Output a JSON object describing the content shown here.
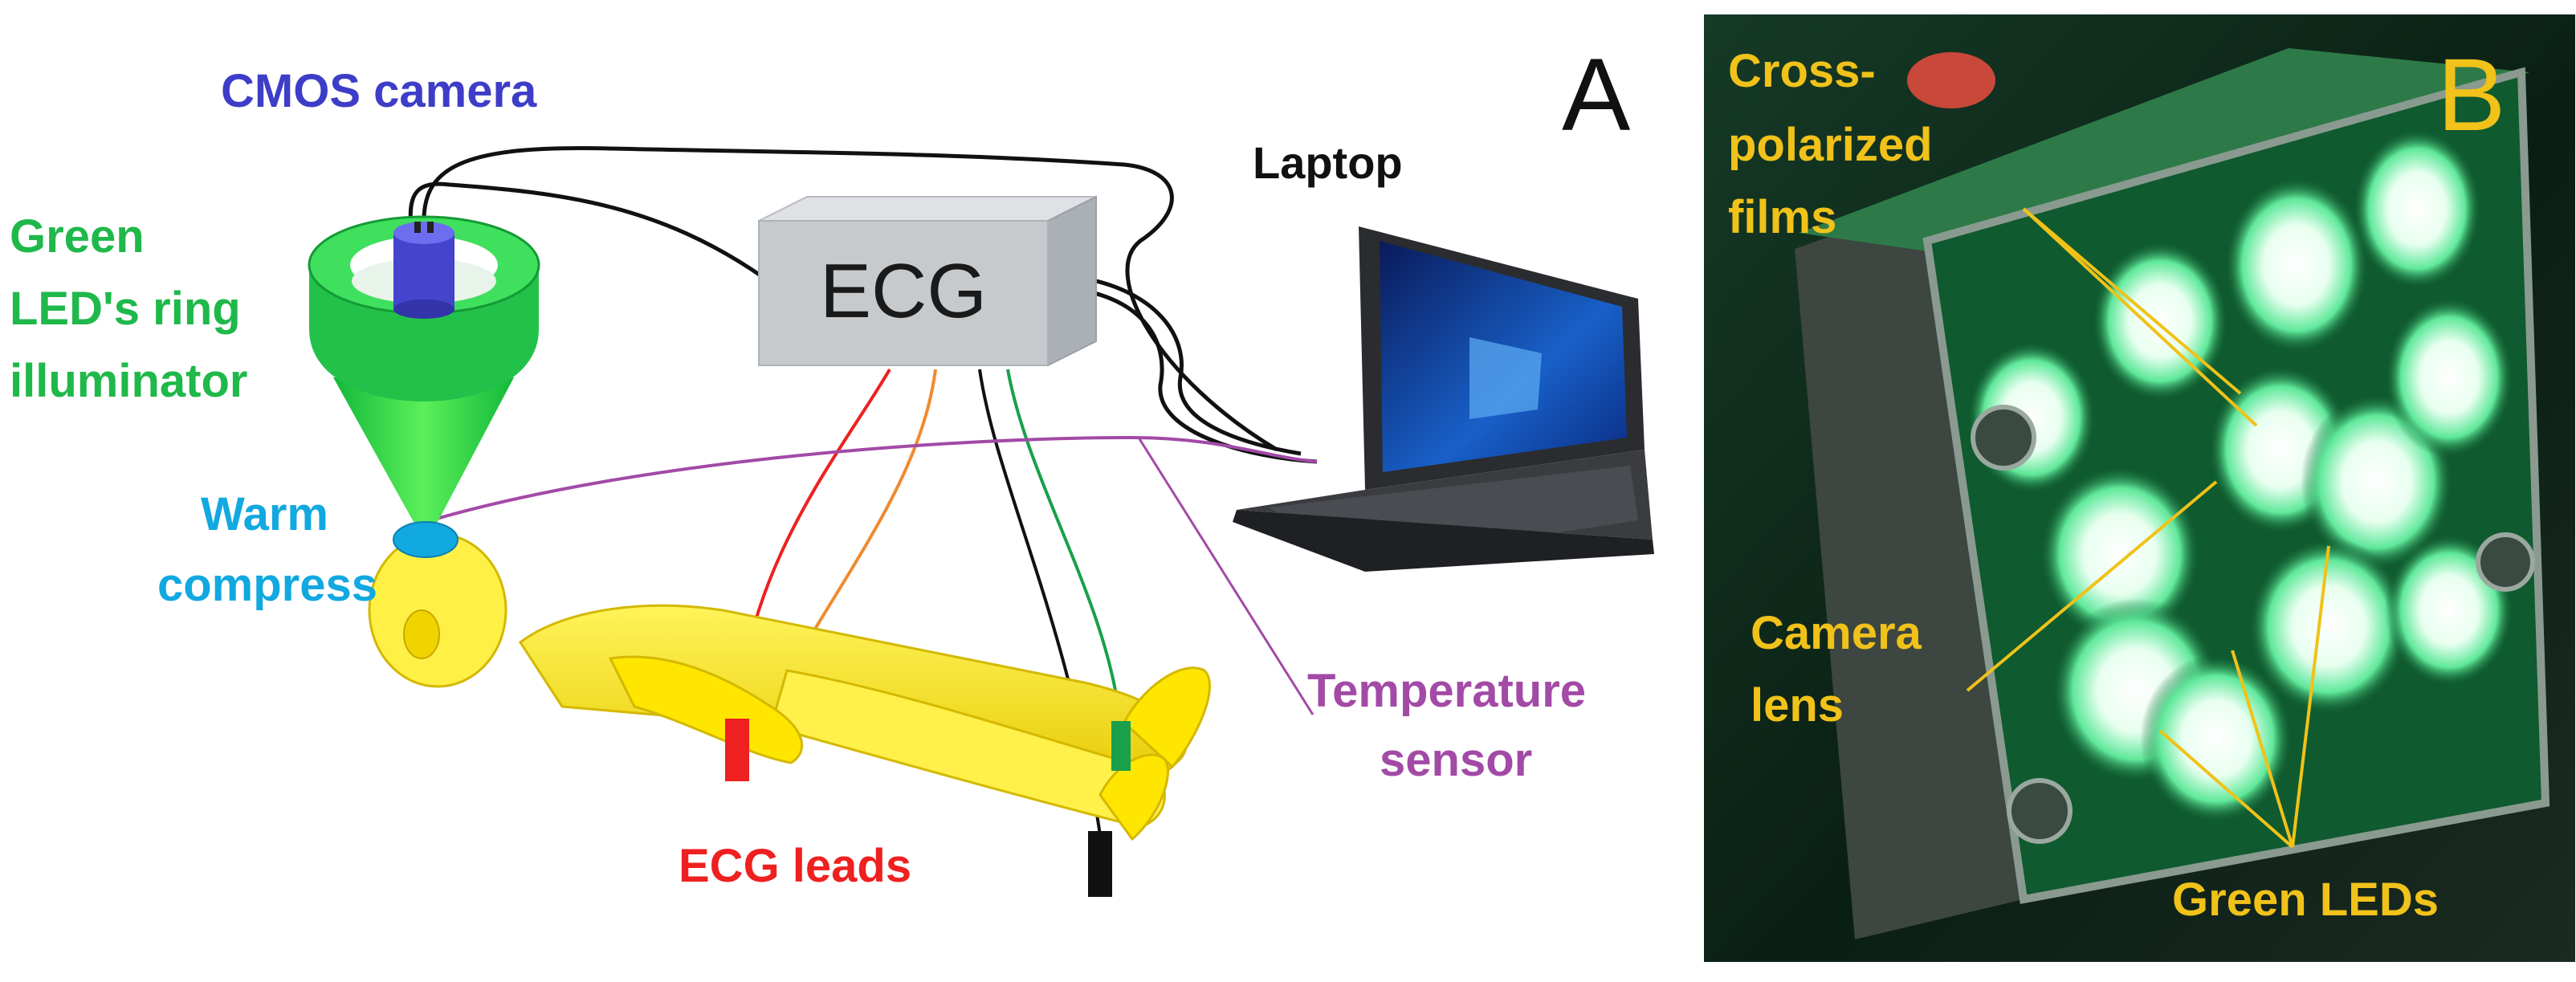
{
  "panel_a": {
    "letter": "A",
    "labels": {
      "cmos_camera": "CMOS camera",
      "ring_line1": "Green",
      "ring_line2": "LED's ring",
      "ring_line3": "illuminator",
      "warm_line1": "Warm",
      "warm_line2": "compress",
      "laptop": "Laptop",
      "ecg_box": "ECG",
      "temp_line1": "Temperature",
      "temp_line2": "sensor",
      "ecg_leads": "ECG leads"
    }
  },
  "panel_b": {
    "letter": "B",
    "labels": {
      "films_line1": "Cross-",
      "films_line2": "polarized",
      "films_line3": "films",
      "lens_line1": "Camera",
      "lens_line2": "lens",
      "leds": "Green LEDs"
    }
  },
  "colors": {
    "cmos": "#3d3dc8",
    "ring": "#1fb84a",
    "warm": "#12a8e0",
    "temp": "#a24aa6",
    "leads": "#ee2020",
    "photo_label": "#f0c21a",
    "figure_yellow": "#ffe600"
  }
}
